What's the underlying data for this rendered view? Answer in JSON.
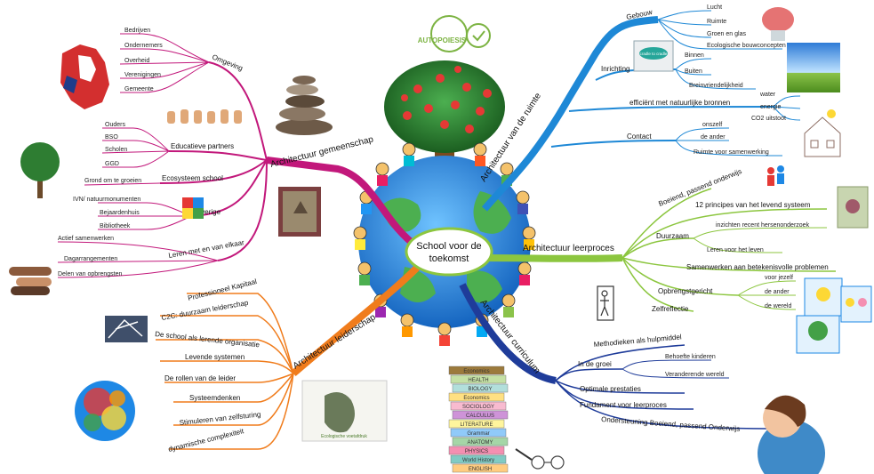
{
  "center": {
    "line1": "School voor de",
    "line2": "toekomst"
  },
  "logo": {
    "text": "AUTOPOIESIS",
    "color": "#7cb342"
  },
  "cradle": {
    "text": "cradle to cradle"
  },
  "blocks_image": {
    "caption": "Ecologische voetafdruk"
  },
  "books": [
    "Economics",
    "HEALTH",
    "BIOLOGY",
    "Economics",
    "SOCIOLOGY",
    "CALCULUS",
    "LITERATURE",
    "Grammar",
    "ANATOMY",
    "PHYSICS",
    "World History",
    "ENGLISH"
  ],
  "colors": {
    "gemeenschap": "#c2187b",
    "ruimte": "#1e88d6",
    "leerproces": "#8cc63f",
    "curriculum": "#1f3c9a",
    "leiderschap": "#f07c1c"
  },
  "branches": {
    "gemeenschap": {
      "title": "Architectuur gemeenschap",
      "omgeving": {
        "label": "Omgeving",
        "items": [
          "Bedrijven",
          "Ondernemers",
          "Overheid",
          "Verenigingen",
          "Gemeente"
        ]
      },
      "partners": {
        "label": "Educatieve partners",
        "items": [
          "Ouders",
          "BSO",
          "Scholen",
          "GGD"
        ]
      },
      "ecosysteem": {
        "label": "Ecosysteem school",
        "items": [
          "Grond om te groeien"
        ]
      },
      "overige": {
        "label": "Overige",
        "items": [
          "IVN/ natuurmonumenten",
          "Bejaardenhuis",
          "Bibliotheek"
        ]
      },
      "leren": {
        "label": "Leren met en van elkaar",
        "items": [
          "Actief samenwerken",
          "Dagarrangementen",
          "Delen van opbrengsten"
        ]
      }
    },
    "ruimte": {
      "title": "Architectuur van de ruimte",
      "gebouw": {
        "label": "Gebouw",
        "items": [
          "Lucht",
          "Ruimte",
          "Groen en glas",
          "Ecologische bouwconcepten"
        ]
      },
      "inrichting": {
        "label": "Inrichting",
        "items": [
          "Binnen",
          "Buiten",
          "Breinvriendelijkheid"
        ]
      },
      "efficient": {
        "label": "efficiënt met natuurlijke bronnen",
        "items": [
          "water",
          "energie",
          "CO2 uitstoot"
        ]
      },
      "contact": {
        "label": "Contact",
        "items": [
          "onszelf",
          "de ander",
          "Ruimte voor samenwerking"
        ]
      }
    },
    "leerproces": {
      "title": "Architectuur leerproces",
      "boeiend": {
        "label": "Boeiend, passend onderwijs"
      },
      "principes": {
        "label": "12 principes van het levend systeem"
      },
      "duurzaam": {
        "label": "Duurzaam",
        "items": [
          "inzichten recent hersenonderzoek",
          "Leren voor het leven"
        ]
      },
      "samenwerken": {
        "label": "Samenwerken aan betekenisvolle problemen"
      },
      "opbrengst": {
        "label": "Opbrengstgericht",
        "items": [
          "voor jezelf",
          "de ander",
          "de wereld"
        ]
      },
      "zelfreflectie": {
        "label": "Zelfreflectie"
      }
    },
    "curriculum": {
      "title": "Architectuur curriculum",
      "methodieken": {
        "label": "Methodieken als hulpmiddel"
      },
      "groei": {
        "label": "In de groei",
        "items": [
          "Behoefte kinderen",
          "Veranderende wereld"
        ]
      },
      "prestaties": {
        "label": "Optimale prestaties"
      },
      "fundament": {
        "label": "Fundament voor leerproces"
      },
      "ondersteuning": {
        "label": "Ondersteuning Boeiend, passend Onderwijs"
      }
    },
    "leiderschap": {
      "title": "Architectuur leiderschap",
      "items": [
        "Professioneel Kapitaal",
        "C2C: duurzaam leiderschap",
        "De school als lerende organisatie",
        "Levende systemen",
        "De rollen van de leider",
        "Systeemdenken",
        "Stimuleren van zelfsturing",
        "dynamische complexiteit"
      ]
    }
  }
}
